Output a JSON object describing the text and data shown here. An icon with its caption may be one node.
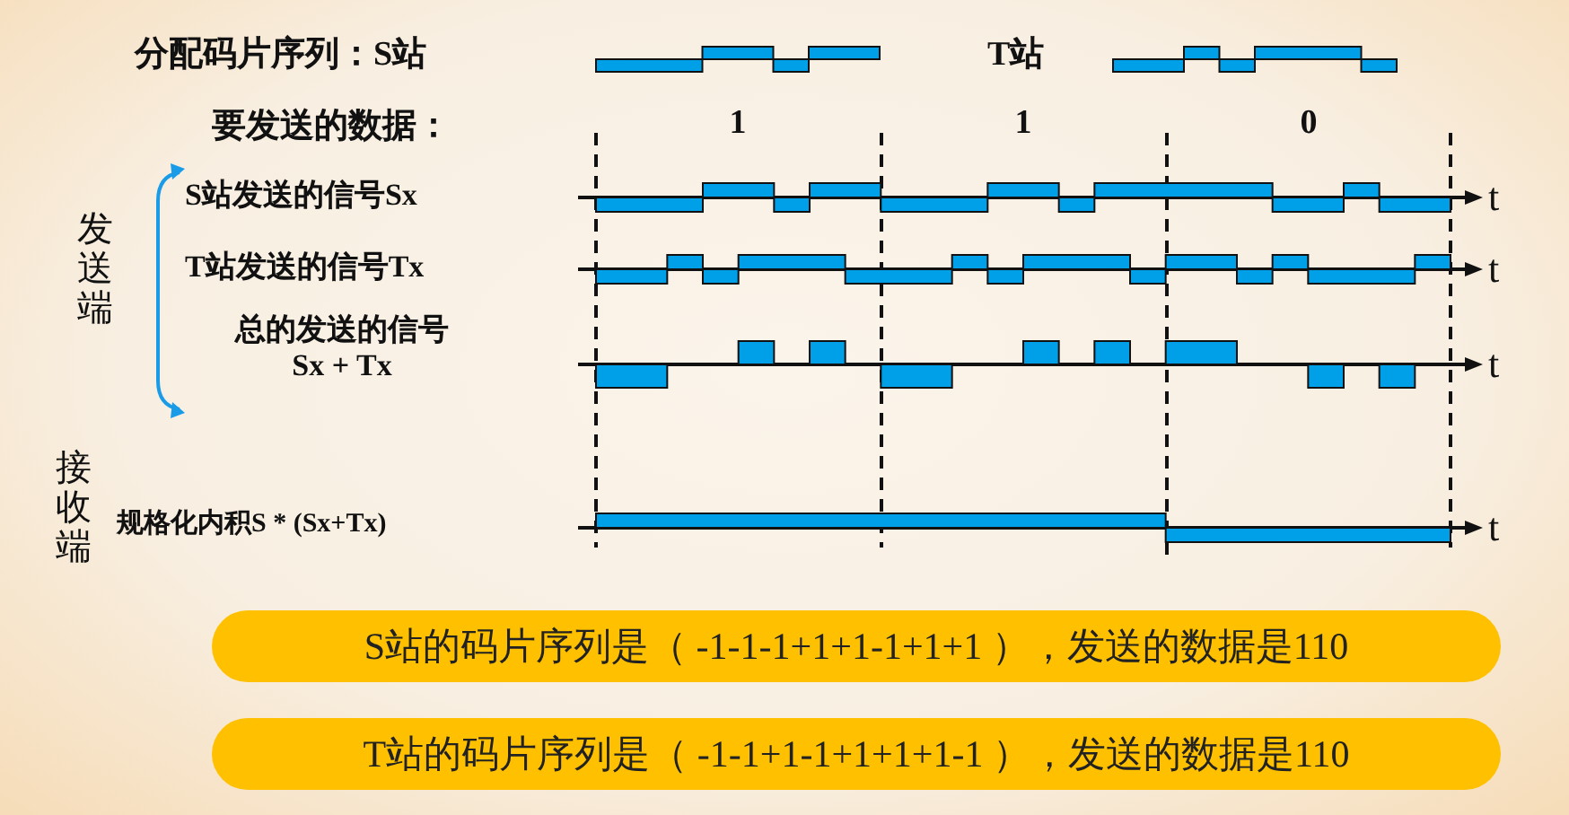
{
  "diagram": {
    "nodes": [
      {
        "text": [
          "S站的码片序列是（ -1-1-1+1+1-1+1+1 ），发送的数据是110"
        ]
      },
      {
        "text": [
          "T站的码片序列是（ -1-1+1-1+1+1+1-1 ），发送的数据是110"
        ]
      }
    ],
    "labels": [
      "分配码片序列：S站",
      "T站",
      "要发送的数据：",
      "1",
      "1",
      "0",
      "发送端",
      "S站发送的信号Sx",
      "T站发送的信号Tx",
      "总的发送的信号 Sx + Tx",
      "接收端",
      "规格化内积S * (Sx+Tx)",
      "t",
      "t",
      "t",
      "t"
    ]
  }
}
